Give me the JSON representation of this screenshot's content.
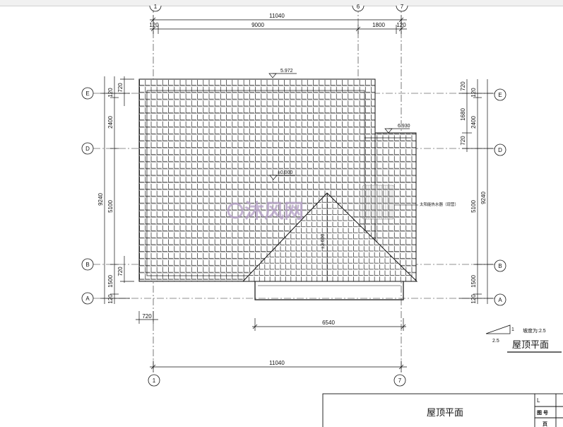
{
  "dimensions": {
    "top_total": "11040",
    "top_left_end": "120",
    "top_seg_a": "9000",
    "top_seg_b": "1800",
    "top_right_end": "120",
    "bottom_total": "11040",
    "bottom_seg": "6540",
    "bottom_offset": "720",
    "left_total": "9240",
    "left_top_end": "120",
    "left_top_seg": "720",
    "left_seg_1": "2400",
    "left_seg_2": "5100",
    "left_seg_3": "720",
    "left_seg_4": "1500",
    "left_bottom_end": "120",
    "right_total": "9240",
    "right_top_end": "120",
    "right_seg_1": "720",
    "right_seg_2": "1680",
    "right_seg_3": "720",
    "right_seg_4": "2400",
    "right_seg_5": "5100",
    "right_seg_6": "1500",
    "right_bottom_end": "120"
  },
  "axes": {
    "top": [
      "1",
      "6",
      "7"
    ],
    "bottom": [
      "1",
      "7"
    ],
    "left": [
      "E",
      "D",
      "B",
      "A"
    ],
    "right": [
      "E",
      "D",
      "B",
      "A"
    ]
  },
  "elevations": {
    "ridge_main": "5.972",
    "ridge_right": "6.930",
    "ground": "±0.000",
    "gable": "±3.000"
  },
  "annotations": {
    "solar_heater": "太阳能热水器（现营）",
    "slope_label": "坡度为:2.5",
    "slope_rise": "1",
    "slope_run": "2.5",
    "plan_title": "屋顶平面",
    "watermark": "沐风网"
  },
  "title_block": {
    "drawing_name": "屋顶平面",
    "field_drawing_no": "图 号",
    "field_page": "页",
    "corner": "L"
  },
  "colors": {
    "line": "#111111",
    "accent": "#e8a545",
    "watermark": "#b49ec6"
  }
}
